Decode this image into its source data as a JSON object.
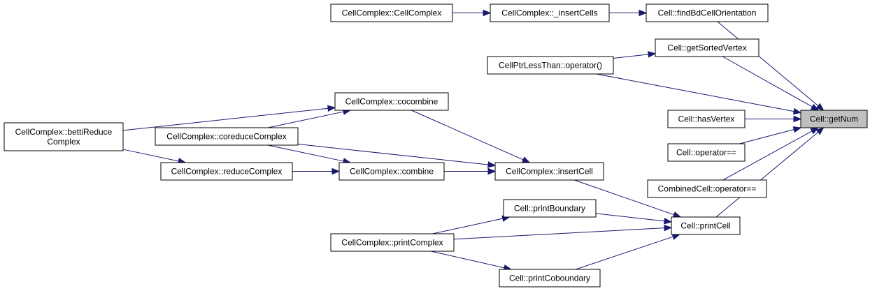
{
  "graph": {
    "edge_color": "#191970",
    "highlight_fill": "#bfbfbf",
    "nodes": [
      {
        "id": "getNum",
        "label": "Cell::getNum",
        "highlight": true
      },
      {
        "id": "findBd",
        "label": "Cell::findBdCellOrientation"
      },
      {
        "id": "insertCells",
        "label": "CellComplex::_insertCells"
      },
      {
        "id": "ccCtor",
        "label": "CellComplex::CellComplex"
      },
      {
        "id": "getSorted",
        "label": "Cell::getSortedVertex"
      },
      {
        "id": "ptrLess",
        "label": "CellPtrLessThan::operator()"
      },
      {
        "id": "hasVertex",
        "label": "Cell::hasVertex"
      },
      {
        "id": "cellEq",
        "label": "Cell::operator=="
      },
      {
        "id": "combEq",
        "label": "CombinedCell::operator=="
      },
      {
        "id": "printCell",
        "label": "Cell::printCell"
      },
      {
        "id": "printBoundary",
        "label": "Cell::printBoundary"
      },
      {
        "id": "printCoboundary",
        "label": "Cell::printCoboundary"
      },
      {
        "id": "printComplex",
        "label": "CellComplex::printComplex"
      },
      {
        "id": "insertCell",
        "label": "CellComplex::insertCell"
      },
      {
        "id": "cocombine",
        "label": "CellComplex::cocombine"
      },
      {
        "id": "coreduce",
        "label": "CellComplex::coreduceComplex"
      },
      {
        "id": "combine",
        "label": "CellComplex::combine"
      },
      {
        "id": "reduce",
        "label": "CellComplex::reduceComplex"
      },
      {
        "id": "betti",
        "label": "CellComplex::bettiReduce\nComplex"
      }
    ],
    "edges": [
      {
        "from": "findBd",
        "to": "getNum"
      },
      {
        "from": "insertCells",
        "to": "findBd"
      },
      {
        "from": "ccCtor",
        "to": "insertCells"
      },
      {
        "from": "getSorted",
        "to": "getNum"
      },
      {
        "from": "ptrLess",
        "to": "getSorted"
      },
      {
        "from": "ptrLess",
        "to": "getNum"
      },
      {
        "from": "hasVertex",
        "to": "getNum"
      },
      {
        "from": "cellEq",
        "to": "getNum"
      },
      {
        "from": "combEq",
        "to": "getNum"
      },
      {
        "from": "printCell",
        "to": "getNum"
      },
      {
        "from": "insertCell",
        "to": "printCell"
      },
      {
        "from": "printBoundary",
        "to": "printCell"
      },
      {
        "from": "printComplex",
        "to": "printCell"
      },
      {
        "from": "printCoboundary",
        "to": "printCell"
      },
      {
        "from": "printComplex",
        "to": "printBoundary"
      },
      {
        "from": "printComplex",
        "to": "printCoboundary"
      },
      {
        "from": "cocombine",
        "to": "insertCell"
      },
      {
        "from": "coreduce",
        "to": "insertCell"
      },
      {
        "from": "combine",
        "to": "insertCell"
      },
      {
        "from": "reduce",
        "to": "insertCell"
      },
      {
        "from": "coreduce",
        "to": "cocombine"
      },
      {
        "from": "betti",
        "to": "cocombine"
      },
      {
        "from": "reduce",
        "to": "combine"
      },
      {
        "from": "coreduce",
        "to": "combine"
      },
      {
        "from": "betti",
        "to": "reduce"
      }
    ]
  }
}
